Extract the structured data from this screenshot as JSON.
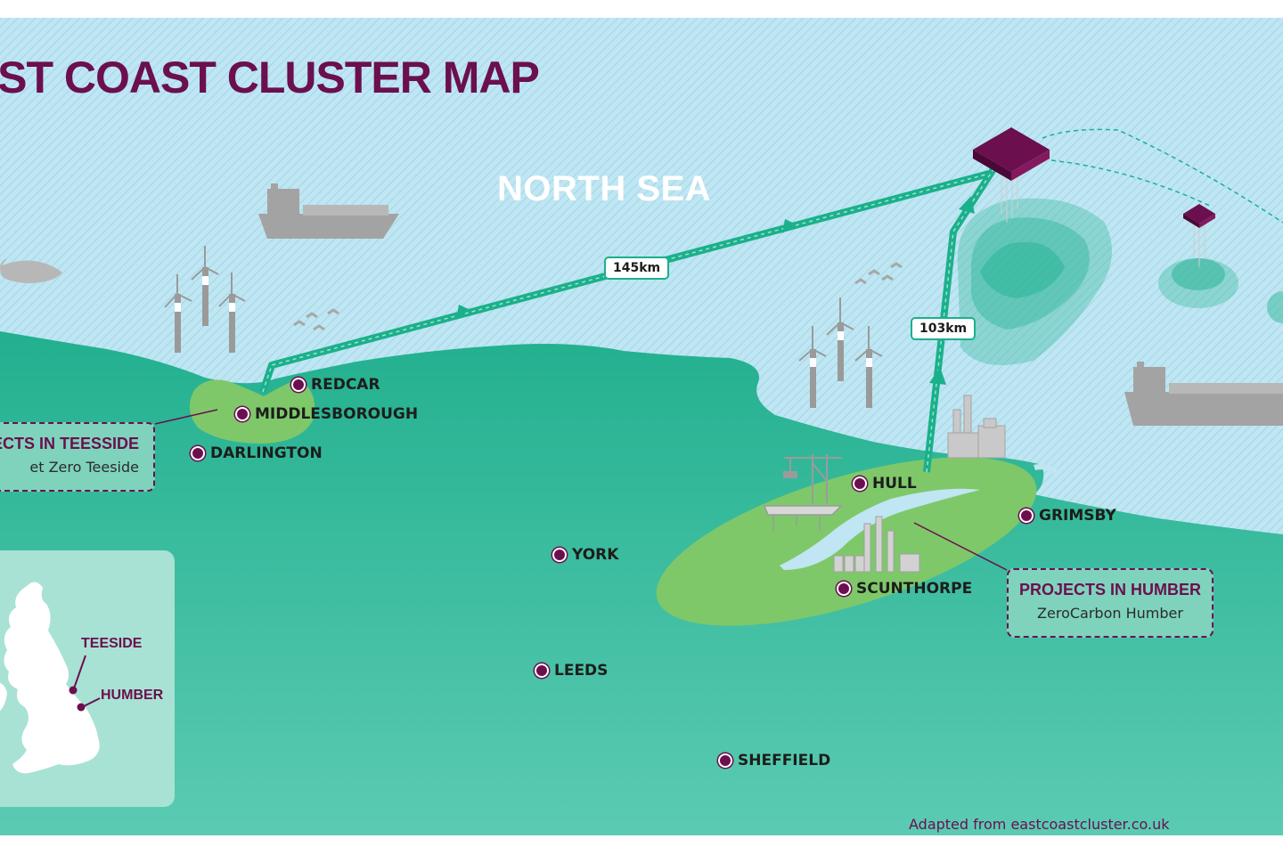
{
  "title": "AST COAST CLUSTER MAP",
  "sea_label": "NORTH SEA",
  "distances": {
    "teesside_route": "145km",
    "humber_route": "103km"
  },
  "cities": {
    "redcar": "REDCAR",
    "middlesborough": "MIDDLESBOROUGH",
    "darlington": "DARLINGTON",
    "york": "YORK",
    "leeds": "LEEDS",
    "sheffield": "SHEFFIELD",
    "hull": "HULL",
    "grimsby": "GRIMSBY",
    "scunthorpe": "SCUNTHORPE"
  },
  "projects": {
    "teesside": {
      "title": "ECTS IN TEESSIDE",
      "subtitle": "et Zero Teeside"
    },
    "humber": {
      "title": "PROJECTS IN HUMBER",
      "subtitle": "ZeroCarbon Humber"
    }
  },
  "inset": {
    "teeside_label": "TEESIDE",
    "humber_label": "HUMBER"
  },
  "source": "Adapted from eastcoastcluster.co.uk",
  "colors": {
    "sea": "#bfe6f2",
    "land": "#2db898",
    "cluster": "#7ec86a",
    "brand": "#6b0f4e",
    "pipeline": "#1bb08c"
  },
  "icons": [
    "ship-icon",
    "wind-turbine-icon",
    "whale-icon",
    "platform-icon",
    "factory-icon",
    "crane-icon",
    "bird-icon"
  ]
}
